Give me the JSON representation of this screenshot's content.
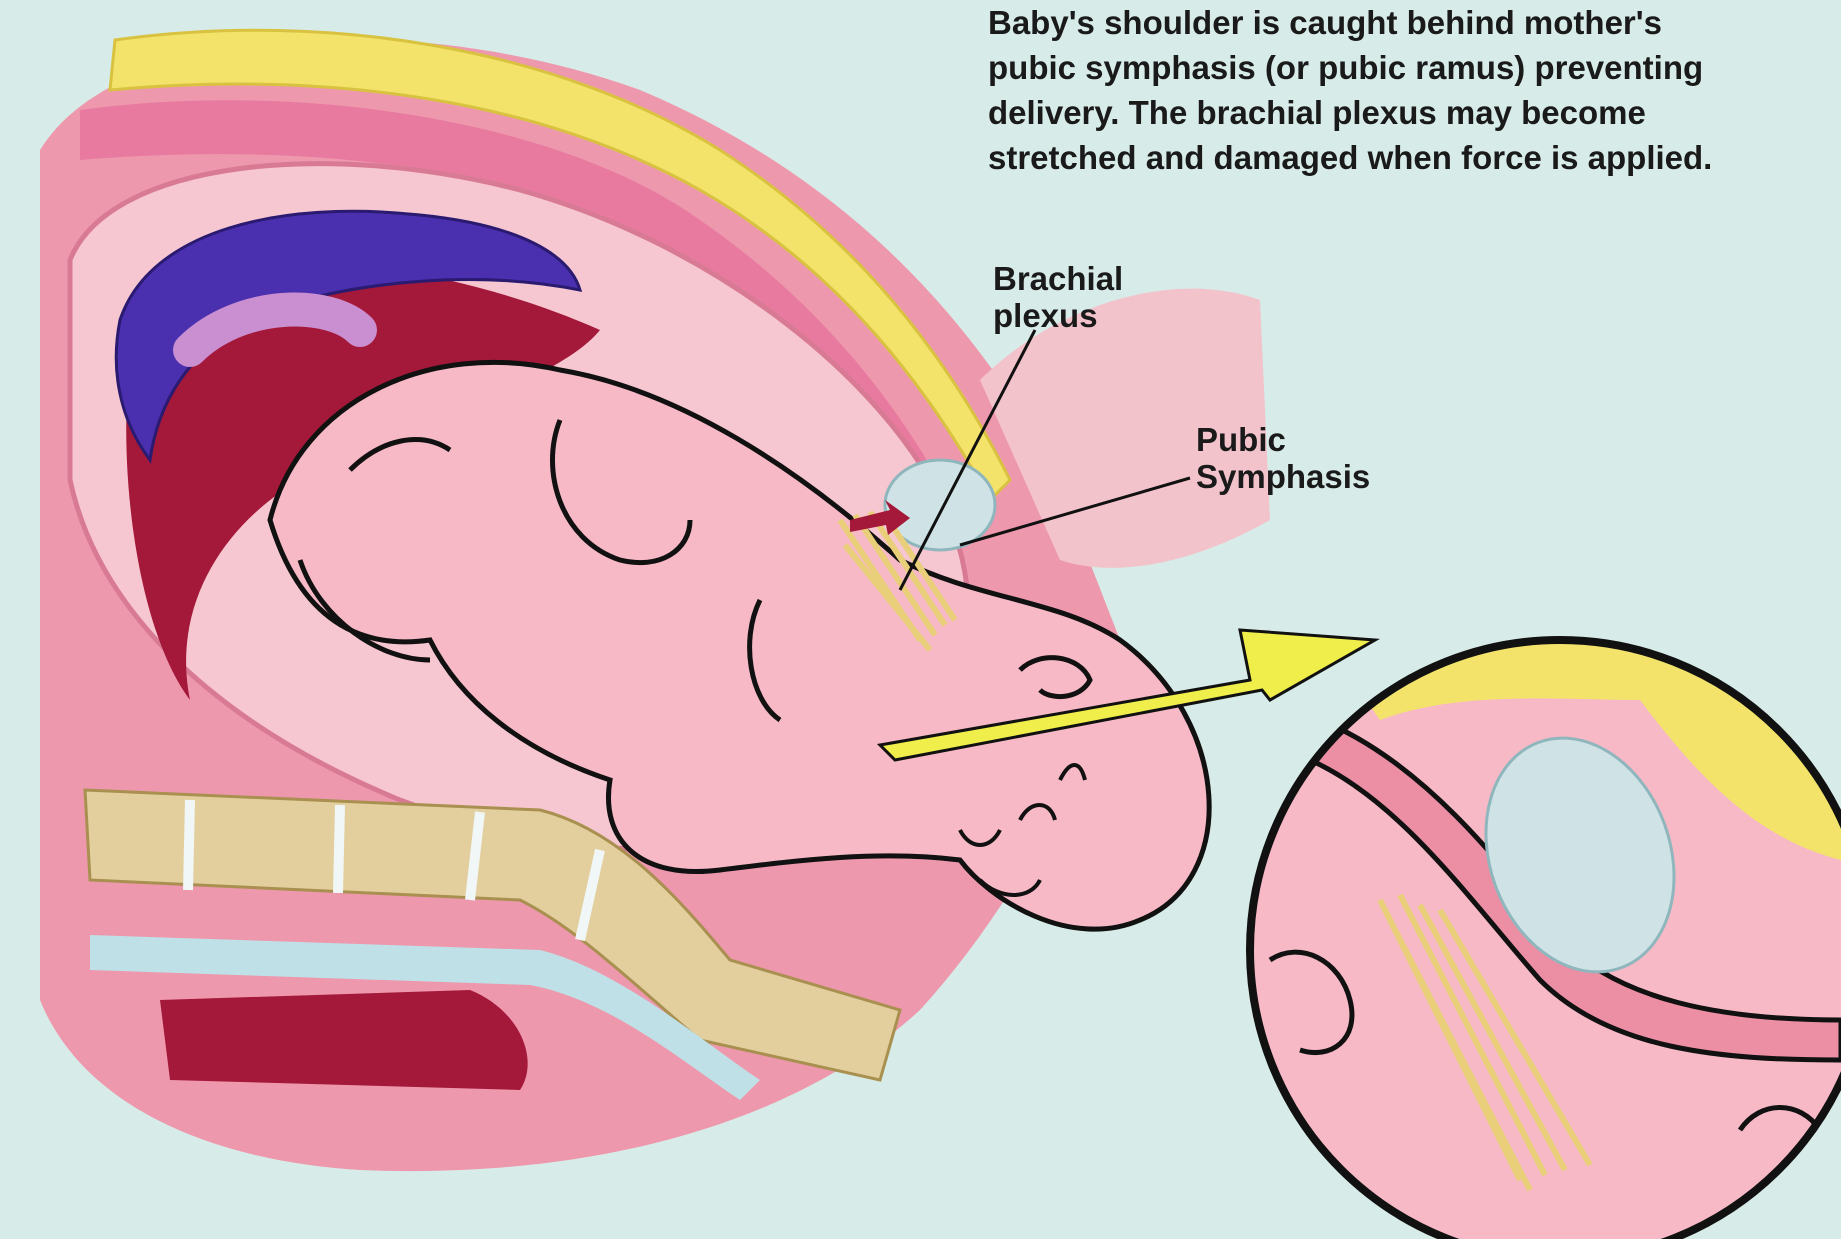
{
  "caption": {
    "lines": [
      "Baby's shoulder is caught behind mother's",
      "pubic symphasis (or pubic ramus) preventing",
      "delivery.  The brachial plexus may become",
      "stretched and damaged when force is applied."
    ]
  },
  "labels": {
    "brachial_plexus": [
      "Brachial",
      "plexus"
    ],
    "pubic_symphasis": [
      "Pubic",
      "Symphasis"
    ]
  },
  "colors": {
    "background": "#d7ece8",
    "skin": "#f7b9c6",
    "uterus_wall": "#ec8fa4",
    "fat_layer": "#f3e36a",
    "placenta": "#4a2fae",
    "blood_red": "#a4183a",
    "umbilical_cord": "#c98fd0",
    "spine": "#e3cf9e",
    "pubic_bone": "#cfe3e6",
    "nerve": "#e9cf7a",
    "arrow": "#f0ee4a",
    "outline": "#111111"
  }
}
